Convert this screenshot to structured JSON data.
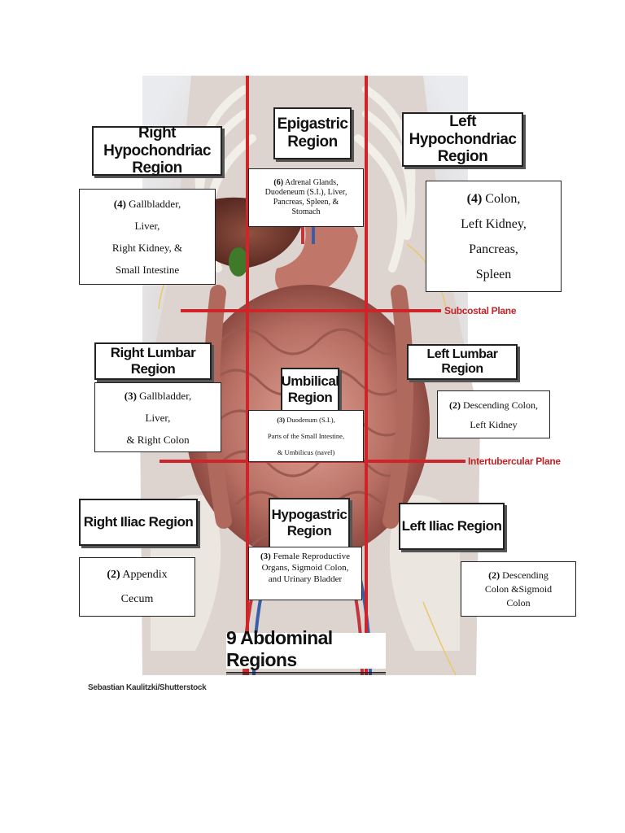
{
  "title": "9 Abdominal Regions",
  "credit": "Sebastian Kaulitzki/Shutterstock",
  "planes": {
    "subcostal": "Subcostal Plane",
    "intertubercular": "Intertubercular Plane"
  },
  "regions": {
    "right_hypochondriac": {
      "title": [
        "Right Hypochondriac",
        "Region"
      ],
      "count": "(4)",
      "organs": [
        "Gallbladder,",
        "Liver,",
        "Right Kidney, &",
        "Small Intestine"
      ]
    },
    "epigastric": {
      "title": [
        "Epigastric",
        "Region"
      ],
      "count": "(6)",
      "organs": [
        "Adrenal Glands,",
        "Duodeneum (S.I.), Liver,",
        "Pancreas, Spleen, &",
        "Stomach"
      ]
    },
    "left_hypochondriac": {
      "title": [
        "Left Hypochondriac",
        "Region"
      ],
      "count": "(4)",
      "organs": [
        "Colon,",
        "Left Kidney,",
        "Pancreas,",
        "Spleen"
      ]
    },
    "right_lumbar": {
      "title": [
        "Right Lumbar Region"
      ],
      "count": "(3)",
      "organs": [
        "Gallbladder,",
        "Liver,",
        "& Right Colon"
      ]
    },
    "umbilical": {
      "title": [
        "Umbilical",
        "Region"
      ],
      "count": "(3)",
      "organs": [
        "Duodenum (S.I.),",
        "Parts of the Small Intestine,",
        "& Umbilicus (navel)"
      ]
    },
    "left_lumbar": {
      "title": [
        "Left Lumbar Region"
      ],
      "count": "(2)",
      "organs": [
        "Descending Colon,",
        "Left Kidney"
      ]
    },
    "right_iliac": {
      "title": [
        "Right Iliac Region"
      ],
      "count": "(2)",
      "organs": [
        "Appendix",
        "Cecum"
      ]
    },
    "hypogastric": {
      "title": [
        "Hypogastric",
        "Region"
      ],
      "count": "(3)",
      "organs": [
        "Female Reproductive",
        "Organs, Sigmoid Colon,",
        "and Urinary Bladder"
      ]
    },
    "left_iliac": {
      "title": [
        "Left Iliac Region"
      ],
      "count": "(2)",
      "organs": [
        "Descending",
        "Colon &Sigmoid",
        "Colon"
      ]
    }
  },
  "colors": {
    "plane_line": "#d0242b",
    "plane_label": "#c0252a",
    "tissue": "#c98477",
    "bone": "#e6e3df"
  }
}
